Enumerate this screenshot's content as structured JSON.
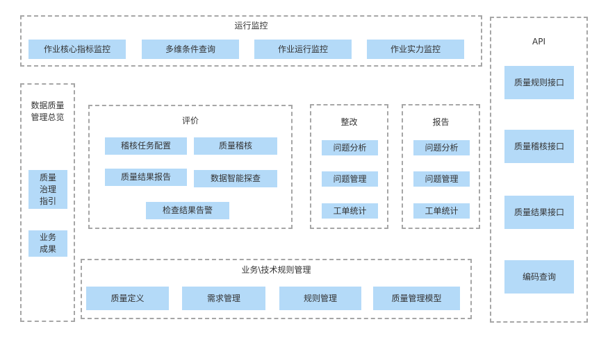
{
  "monitor": {
    "title": "运行监控",
    "items": [
      "作业核心指标监控",
      "多维条件查询",
      "作业运行监控",
      "作业实力监控"
    ]
  },
  "overview": {
    "title": "数据质量管理总览",
    "items": [
      "质量治理指引",
      "业务成果"
    ]
  },
  "evaluation": {
    "title": "评价",
    "items": [
      "稽核任务配置",
      "质量稽核",
      "质量结果报告",
      "数据智能探查",
      "检查结果告警"
    ]
  },
  "rectify": {
    "title": "整改",
    "items": [
      "问题分析",
      "问题管理",
      "工单统计"
    ]
  },
  "report": {
    "title": "报告",
    "items": [
      "问题分析",
      "问题管理",
      "工单统计"
    ]
  },
  "rules": {
    "title": "业务\\技术规则管理",
    "items": [
      "质量定义",
      "需求管理",
      "规则管理",
      "质量管理模型"
    ]
  },
  "api": {
    "title": "API",
    "items": [
      "质量规则接口",
      "质量稽核接口",
      "质量结果接口",
      "编码查询"
    ]
  }
}
